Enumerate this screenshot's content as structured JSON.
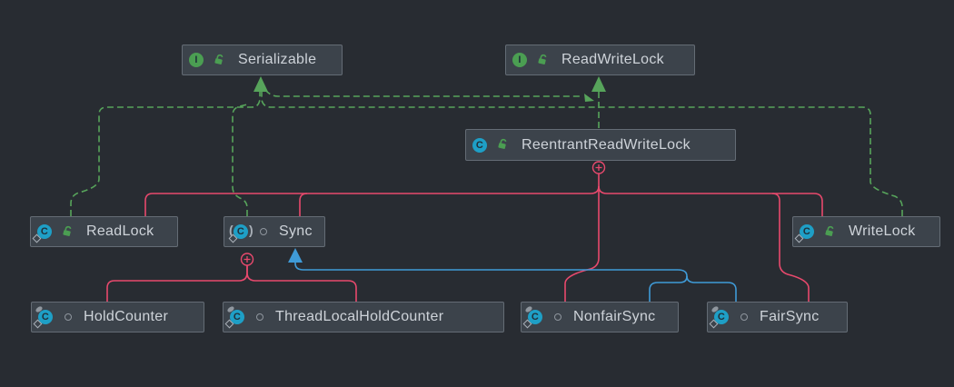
{
  "diagram": {
    "type": "uml-class-diagram",
    "theme": "dark",
    "background": "#282c32"
  },
  "colors": {
    "node_fill": "#3c434b",
    "node_border": "#646c75",
    "label_text": "#ced3d9",
    "realization_green": "#57a45b",
    "inner_class_red": "#e8496d",
    "extends_blue": "#3f9bd8",
    "interface_icon": "#4b9e52",
    "class_icon": "#1e9fc6"
  },
  "icons": {
    "interface_letter": "I",
    "class_letter": "C",
    "abstract_paren_open": "(",
    "abstract_paren_close": ")"
  },
  "nodes": [
    {
      "id": "serializable",
      "label": "Serializable",
      "kind": "interface",
      "visibility": "public"
    },
    {
      "id": "readwritelock",
      "label": "ReadWriteLock",
      "kind": "interface",
      "visibility": "public"
    },
    {
      "id": "reentrantreadwritelock",
      "label": "ReentrantReadWriteLock",
      "kind": "class",
      "visibility": "public"
    },
    {
      "id": "readlock",
      "label": "ReadLock",
      "kind": "nested-class",
      "visibility": "public"
    },
    {
      "id": "sync",
      "label": "Sync",
      "kind": "abstract-nested-class",
      "visibility": "package-private"
    },
    {
      "id": "writelock",
      "label": "WriteLock",
      "kind": "nested-class",
      "visibility": "public"
    },
    {
      "id": "holdcounter",
      "label": "HoldCounter",
      "kind": "static-nested-class",
      "visibility": "package-private"
    },
    {
      "id": "threadlocalholdcounter",
      "label": "ThreadLocalHoldCounter",
      "kind": "static-nested-class",
      "visibility": "package-private"
    },
    {
      "id": "nonfairsync",
      "label": "NonfairSync",
      "kind": "static-nested-class",
      "visibility": "package-private"
    },
    {
      "id": "fairsync",
      "label": "FairSync",
      "kind": "static-nested-class",
      "visibility": "package-private"
    }
  ],
  "edges": [
    {
      "from": "ReadLock",
      "to": "Serializable",
      "type": "realization",
      "style": "dashed",
      "color": "#57a45b"
    },
    {
      "from": "Sync",
      "to": "Serializable",
      "type": "realization",
      "style": "dashed",
      "color": "#57a45b"
    },
    {
      "from": "WriteLock",
      "to": "Serializable",
      "type": "realization",
      "style": "dashed",
      "color": "#57a45b"
    },
    {
      "from": "ReentrantReadWriteLock",
      "to": "Serializable",
      "type": "realization",
      "style": "dashed",
      "color": "#57a45b"
    },
    {
      "from": "ReentrantReadWriteLock",
      "to": "ReadWriteLock",
      "type": "realization",
      "style": "dashed",
      "color": "#57a45b"
    },
    {
      "from": "ReentrantReadWriteLock",
      "to": "ReadLock",
      "type": "inner-class",
      "style": "solid",
      "color": "#e8496d"
    },
    {
      "from": "ReentrantReadWriteLock",
      "to": "Sync",
      "type": "inner-class",
      "style": "solid",
      "color": "#e8496d"
    },
    {
      "from": "ReentrantReadWriteLock",
      "to": "WriteLock",
      "type": "inner-class",
      "style": "solid",
      "color": "#e8496d"
    },
    {
      "from": "ReentrantReadWriteLock",
      "to": "NonfairSync",
      "type": "inner-class",
      "style": "solid",
      "color": "#e8496d"
    },
    {
      "from": "ReentrantReadWriteLock",
      "to": "FairSync",
      "type": "inner-class",
      "style": "solid",
      "color": "#e8496d"
    },
    {
      "from": "Sync",
      "to": "HoldCounter",
      "type": "inner-class",
      "style": "solid",
      "color": "#e8496d"
    },
    {
      "from": "Sync",
      "to": "ThreadLocalHoldCounter",
      "type": "inner-class",
      "style": "solid",
      "color": "#e8496d"
    },
    {
      "from": "NonfairSync",
      "to": "Sync",
      "type": "extends",
      "style": "solid",
      "color": "#3f9bd8"
    },
    {
      "from": "FairSync",
      "to": "Sync",
      "type": "extends",
      "style": "solid",
      "color": "#3f9bd8"
    }
  ]
}
